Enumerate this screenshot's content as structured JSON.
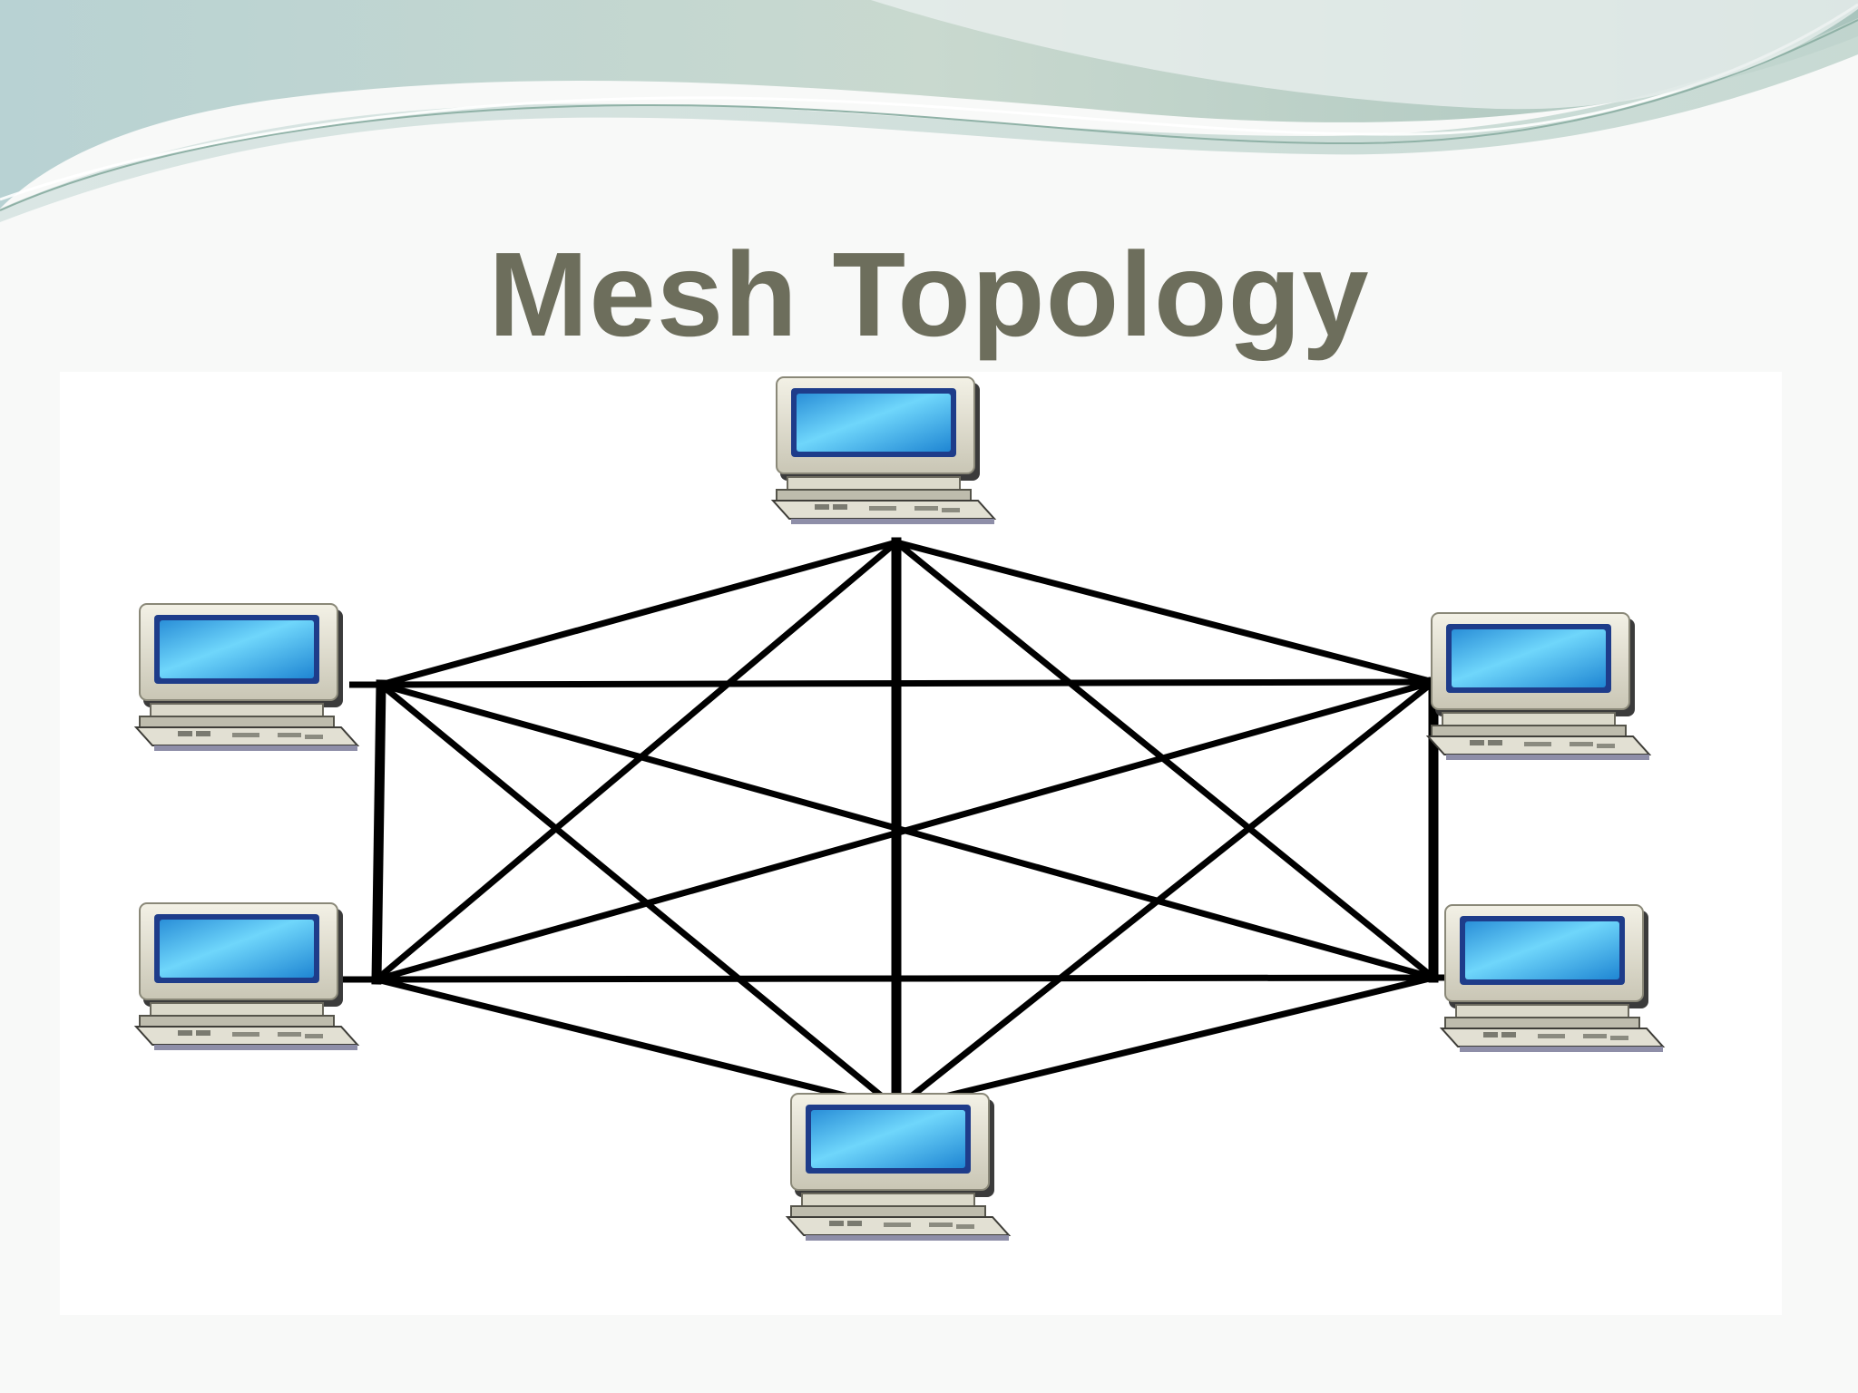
{
  "slide": {
    "title": "Mesh Topology"
  },
  "diagram": {
    "type": "network-topology",
    "nodes": [
      {
        "id": "pc-top",
        "icon": "desktop-computer-icon"
      },
      {
        "id": "pc-upper-left",
        "icon": "desktop-computer-icon"
      },
      {
        "id": "pc-upper-right",
        "icon": "desktop-computer-icon"
      },
      {
        "id": "pc-lower-left",
        "icon": "desktop-computer-icon"
      },
      {
        "id": "pc-lower-right",
        "icon": "desktop-computer-icon"
      },
      {
        "id": "pc-bottom",
        "icon": "desktop-computer-icon"
      }
    ],
    "edges": [
      [
        "pc-top",
        "pc-upper-left"
      ],
      [
        "pc-top",
        "pc-upper-right"
      ],
      [
        "pc-top",
        "pc-lower-left"
      ],
      [
        "pc-top",
        "pc-lower-right"
      ],
      [
        "pc-top",
        "pc-bottom"
      ],
      [
        "pc-upper-left",
        "pc-upper-right"
      ],
      [
        "pc-upper-left",
        "pc-lower-left"
      ],
      [
        "pc-upper-left",
        "pc-lower-right"
      ],
      [
        "pc-upper-left",
        "pc-bottom"
      ],
      [
        "pc-upper-right",
        "pc-lower-left"
      ],
      [
        "pc-upper-right",
        "pc-lower-right"
      ],
      [
        "pc-upper-right",
        "pc-bottom"
      ],
      [
        "pc-lower-left",
        "pc-lower-right"
      ],
      [
        "pc-lower-left",
        "pc-bottom"
      ],
      [
        "pc-lower-right",
        "pc-bottom"
      ]
    ]
  },
  "colors": {
    "title": "#6d6e5c",
    "link": "#000000",
    "screen": "#3fb4ee",
    "wave": "#b9cfcb"
  }
}
